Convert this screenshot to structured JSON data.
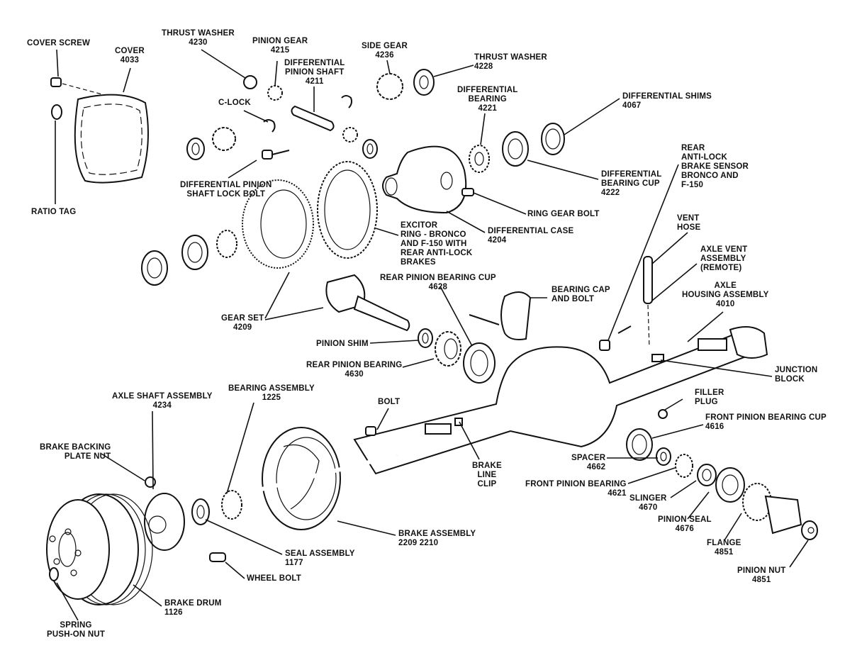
{
  "title": "Rear Axle Exploded View",
  "labels": {
    "cover_screw": "COVER SCREW",
    "cover": "COVER\n4033",
    "ratio_tag": "RATIO TAG",
    "thrust_washer_4230": "THRUST WASHER\n4230",
    "pinion_gear": "PINION GEAR\n4215",
    "diff_pinion_shaft": "DIFFERENTIAL\nPINION SHAFT\n4211",
    "c_lock": "C-LOCK",
    "side_gear": "SIDE GEAR\n4236",
    "thrust_washer_4228": "THRUST WASHER\n4228",
    "diff_bearing": "DIFFERENTIAL\nBEARING\n4221",
    "diff_shims": "DIFFERENTIAL SHIMS\n4067",
    "diff_bearing_cup": "DIFFERENTIAL\nBEARING CUP\n4222",
    "abs_sensor": "REAR\nANTI-LOCK\nBRAKE SENSOR\nBRONCO AND\nF-150",
    "lock_bolt": "DIFFERENTIAL PINION\nSHAFT LOCK BOLT",
    "ring_gear_bolt": "RING GEAR BOLT",
    "diff_case": "DIFFERENTIAL CASE\n4204",
    "excitor_ring": "EXCITOR\nRING - BRONCO\nAND F-150 WITH\nREAR ANTI-LOCK\nBRAKES",
    "vent_hose": "VENT\nHOSE",
    "axle_vent": "AXLE VENT\nASSEMBLY\n(REMOTE)",
    "axle_housing": "AXLE\nHOUSING ASSEMBLY\n4010",
    "rear_pinion_bearing_cup": "REAR PINION BEARING CUP\n4628",
    "bearing_cap": "BEARING CAP\nAND BOLT",
    "gear_set": "GEAR SET\n4209",
    "pinion_shim": "PINION SHIM",
    "rear_pinion_bearing": "REAR PINION BEARING\n4630",
    "junction_block": "JUNCTION\nBLOCK",
    "filler_plug": "FILLER\nPLUG",
    "front_pinion_bearing_cup": "FRONT PINION BEARING CUP\n4616",
    "axle_shaft": "AXLE SHAFT ASSEMBLY\n4234",
    "bearing_assembly": "BEARING ASSEMBLY\n1225",
    "bolt": "BOLT",
    "brake_backing_nut": "BRAKE BACKING\nPLATE NUT",
    "brake_line_clip": "BRAKE\nLINE\nCLIP",
    "spacer": "SPACER\n4662",
    "front_pinion_bearing": "FRONT PINION BEARING\n4621",
    "slinger": "SLINGER\n4670",
    "pinion_seal": "PINION SEAL\n4676",
    "flange": "FLANGE\n4851",
    "pinion_nut": "PINION NUT\n4851",
    "brake_assembly": "BRAKE ASSEMBLY\n2209 2210",
    "seal_assembly": "SEAL ASSEMBLY\n1177",
    "wheel_bolt": "WHEEL BOLT",
    "brake_drum": "BRAKE DRUM\n1126",
    "spring_nut": "SPRING\nPUSH-ON NUT"
  }
}
